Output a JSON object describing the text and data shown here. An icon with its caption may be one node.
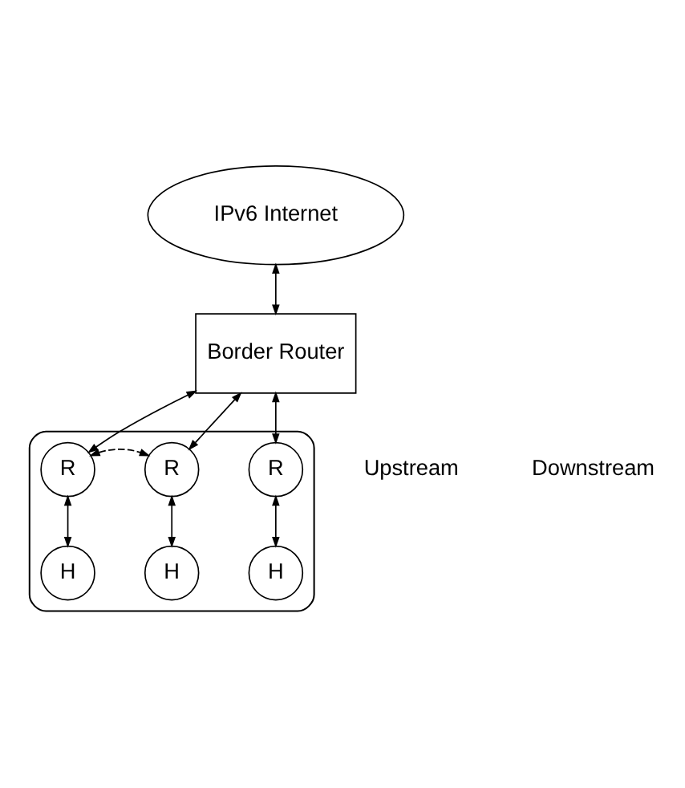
{
  "diagram": {
    "nodes": [
      {
        "text": [
          "IPv6 Internet"
        ]
      },
      {
        "text": [
          "Border Router"
        ]
      },
      {
        "text": [],
        "shape": "ellipse"
      },
      {
        "text": [
          "R"
        ],
        "in": 2
      },
      {
        "text": [
          "R"
        ],
        "in": 2
      },
      {
        "text": [
          "R"
        ],
        "in": 2
      },
      {
        "text": [
          "H"
        ],
        "in": 2
      },
      {
        "text": [
          "H"
        ],
        "in": 2
      },
      {
        "text": [
          "H"
        ],
        "in": 2
      }
    ],
    "edges": [
      {
        "from": 0,
        "to": 1,
        "arrow": "both"
      },
      {
        "from": 1,
        "to": 3,
        "arrow": "both"
      },
      {
        "from": 1,
        "to": 4,
        "arrow": "both"
      },
      {
        "from": 1,
        "to": 5,
        "arrow": "both"
      },
      {
        "from": 3,
        "to": 4,
        "arrow": "both",
        "style": "dashed"
      },
      {
        "from": 3,
        "to": 6,
        "arrow": "both"
      },
      {
        "from": 4,
        "to": 7,
        "arrow": "both"
      },
      {
        "from": 5,
        "to": 8,
        "arrow": "both"
      }
    ],
    "labels": [
      "Upstream",
      "Downstream"
    ]
  }
}
